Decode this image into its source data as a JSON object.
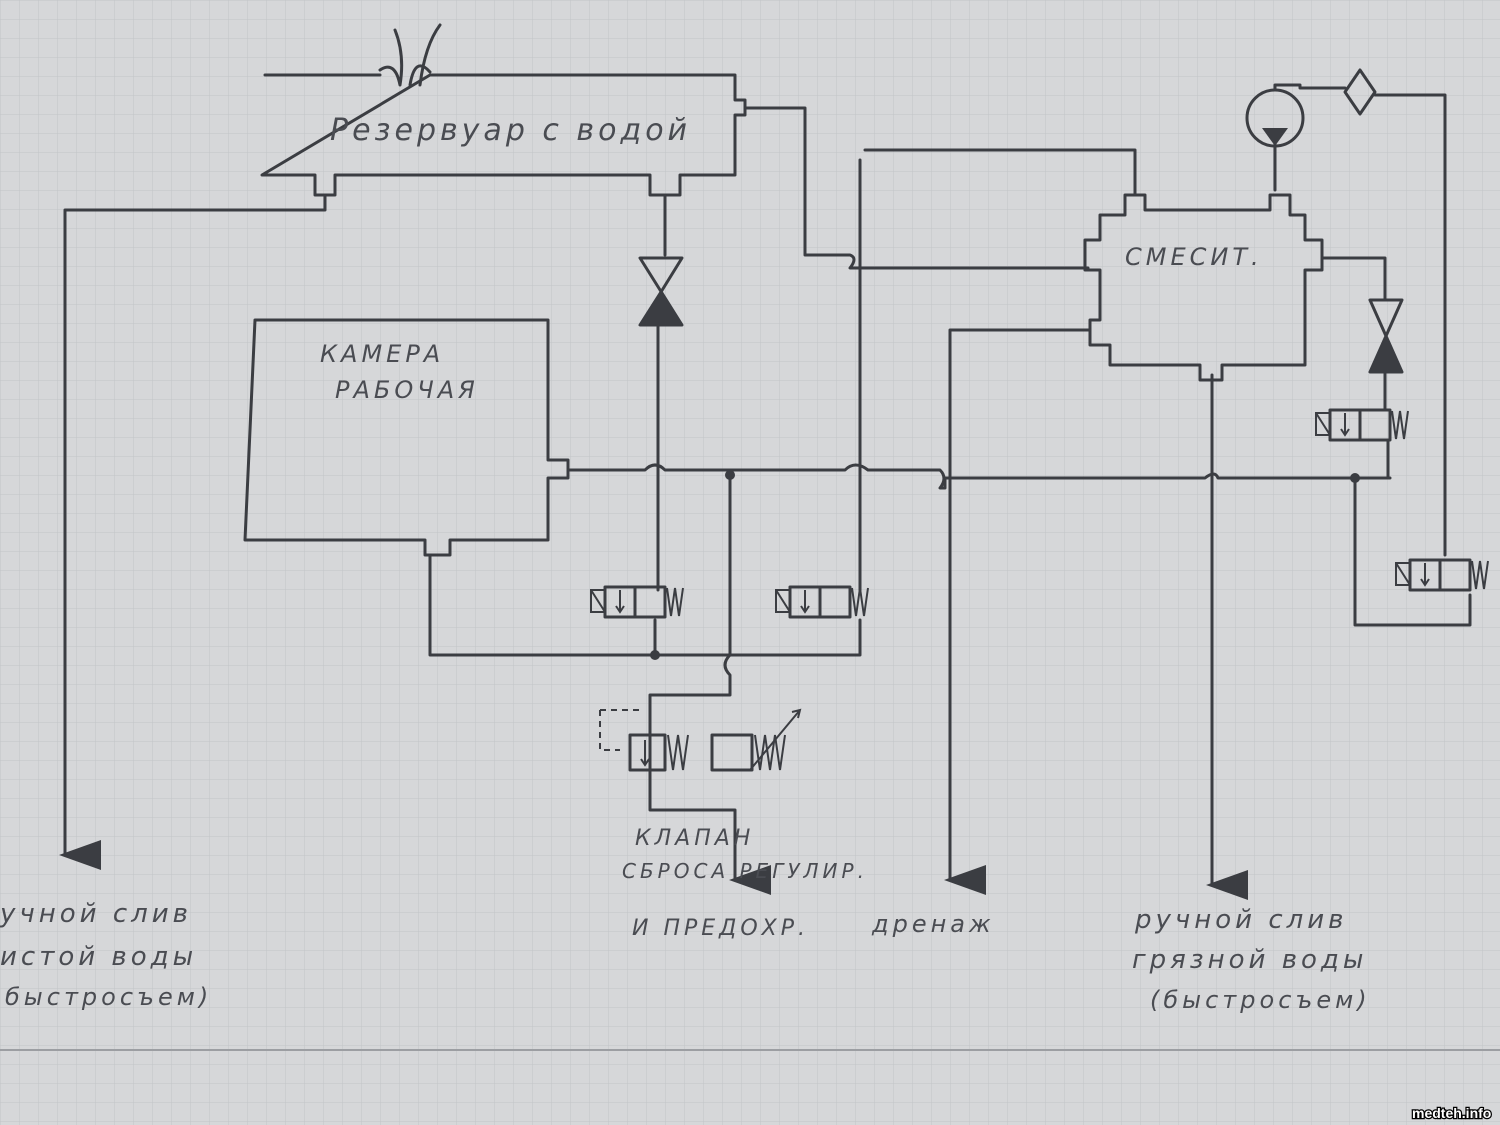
{
  "diagram": {
    "reservoir_label": "Резервуар с водой",
    "chamber_label_1": "КАМЕРА",
    "chamber_label_2": "РАБОЧАЯ",
    "mixer_label": "СМЕСИТ.",
    "valve_label_1": "КЛАПАН",
    "valve_label_2": "СБРОСА РЕГУЛИР.",
    "valve_label_3": "И ПРЕДОХР.",
    "drain_label": "дренаж",
    "clean_drain_1": "учной слив",
    "clean_drain_2": "истой воды",
    "clean_drain_3": "быстросъем)",
    "dirty_drain_1": "ручной слив",
    "dirty_drain_2": "грязной воды",
    "dirty_drain_3": "(быстросъем)"
  },
  "watermark": "medteh.info",
  "colors": {
    "paper": "#d6d7d9",
    "pencil": "#3b3d42",
    "grid": "#c2c4c8"
  }
}
